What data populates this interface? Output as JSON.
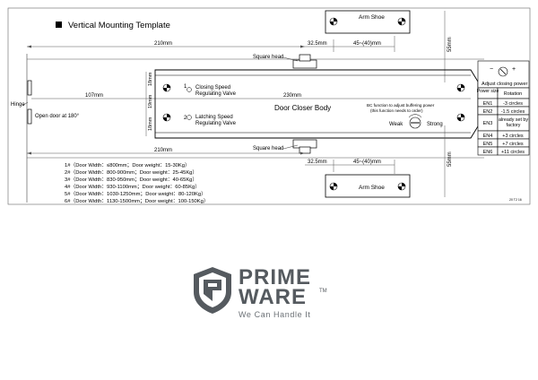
{
  "title": "Vertical Mounting Template",
  "page_number": "20 T2 16",
  "dimensions": {
    "top_210": "210mm",
    "top_32_5": "32.5mm",
    "top_45_40": "45~(40)mm",
    "right_55_top": "55mm",
    "mid_107": "107mm",
    "mid_230": "230mm",
    "bottom_210": "210mm",
    "bottom_32_5": "32.5mm",
    "bottom_45_40": "45~(40)mm",
    "right_55_bottom": "55mm",
    "vert_18_a": "18mm",
    "vert_19": "19mm",
    "vert_18_b": "18mm"
  },
  "labels": {
    "arm_shoe_top": "Arm Shoe",
    "arm_shoe_bottom": "Arm Shoe",
    "square_head_top": "Square head",
    "square_head_bottom": "Square head",
    "door_closer_body": "Door Closer Body",
    "hinge": "Hinge",
    "open_door": "Open door at 180°",
    "valve_1_num": "1",
    "valve_1_line1": "Closing Speed",
    "valve_1_line2": "Regulating Valve",
    "valve_2_num": "2",
    "valve_2_line1": "Latching Speed",
    "valve_2_line2": "Regulating Valve",
    "bc_line1": "BC  function to adjust buffering power",
    "bc_line2": "(this function needs to order)",
    "weak": "Weak",
    "strong": "Strong"
  },
  "power_table": {
    "title": "Adjust closing power",
    "headers": [
      "Power size",
      "Rotation"
    ],
    "rows": [
      {
        "size": "EN1",
        "rotation": "-3 circles"
      },
      {
        "size": "EN2",
        "rotation": "-1.5 circles"
      },
      {
        "size": "EN3",
        "rotation": "already set by factory"
      },
      {
        "size": "EN4",
        "rotation": "+3 circles"
      },
      {
        "size": "EN5",
        "rotation": "+7 circles"
      },
      {
        "size": "EN6",
        "rotation": "+11 circles"
      }
    ]
  },
  "specs": [
    "1#（Door Width：≤800mm；Door weight：15-30Kg）",
    "2#（Door Width：800-900mm；Door weight：25-45Kg）",
    "3#（Door Width：830-950mm；Door weight：40-65Kg）",
    "4#（Door Width：930-1100mm；Door weight：60-85Kg）",
    "5#（Door Width：1030-1250mm；Door weight：80-120Kg）",
    "6#（Door Width：1130-1500mm；Door weight：100-150Kg）"
  ],
  "brand": {
    "line1": "PRIME",
    "line2": "WARE",
    "tm": "TM",
    "tagline": "We Can Handle It"
  }
}
